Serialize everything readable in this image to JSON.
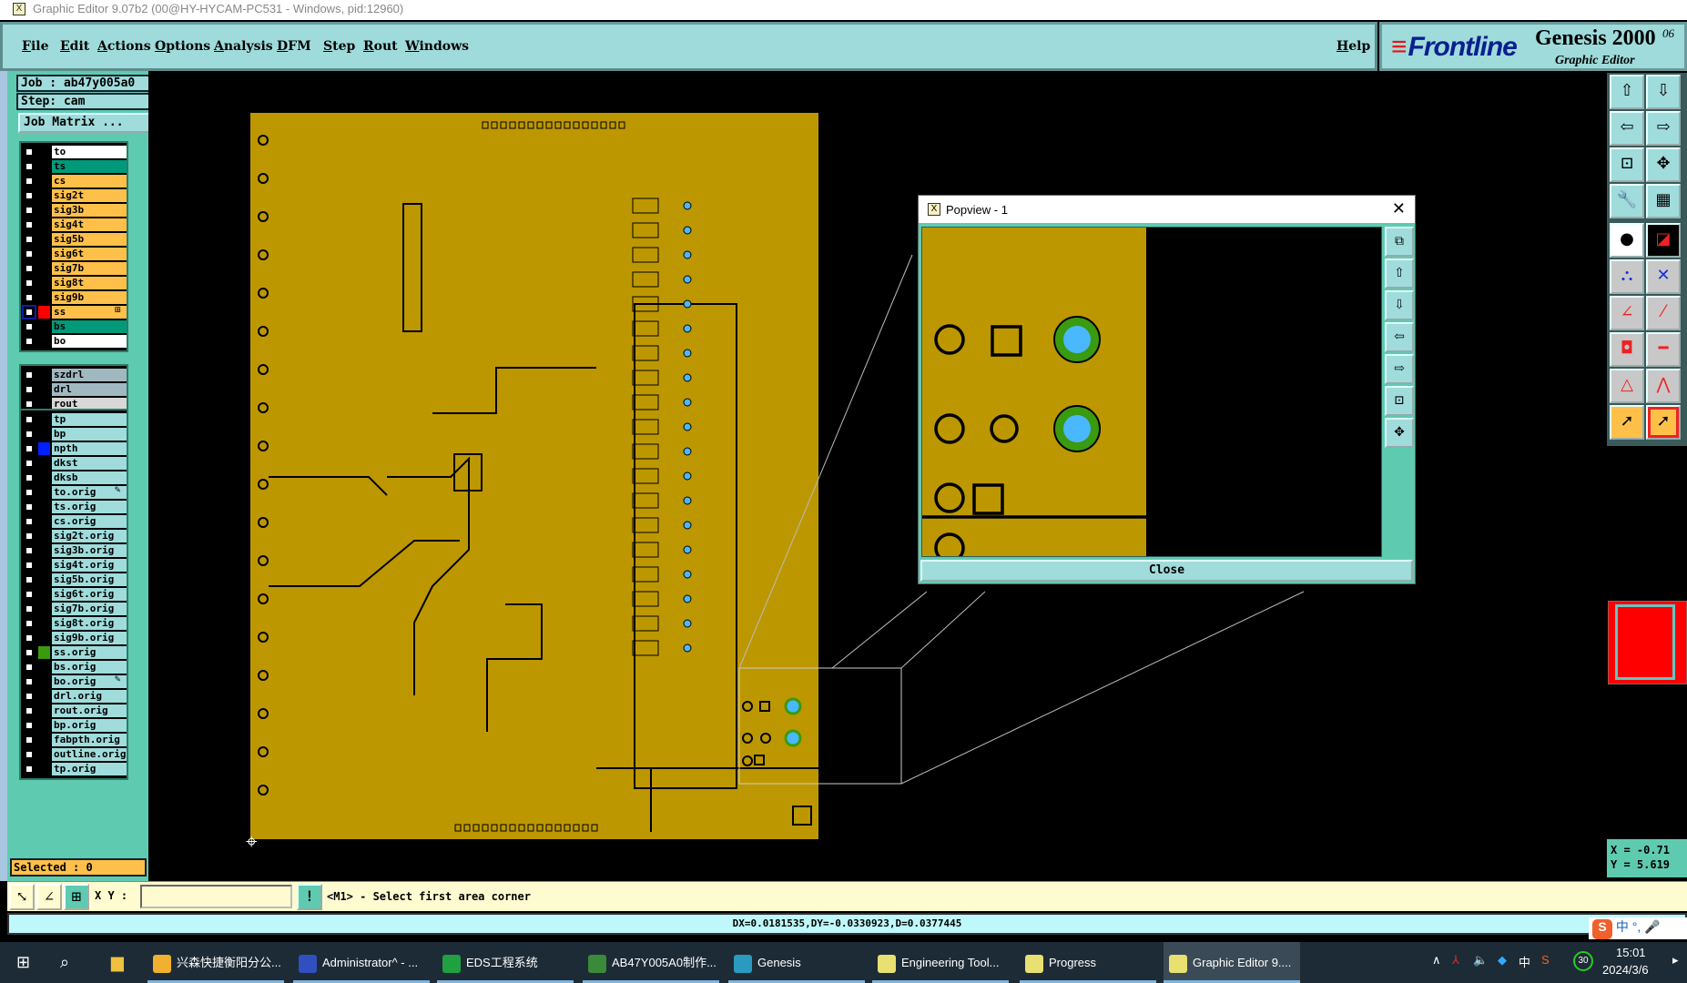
{
  "window": {
    "title": "Graphic Editor 9.07b2 (00@HY-HYCAM-PC531 - Windows, pid:12960)"
  },
  "menu": [
    "File",
    "Edit",
    "Actions",
    "Options",
    "Analysis",
    "DFM",
    "Step",
    "Rout",
    "Windows"
  ],
  "help": "Help",
  "logo": {
    "brand": "Frontline",
    "product": "Genesis 2000",
    "subtitle": "Graphic Editor",
    "version": "06"
  },
  "job": {
    "job": "Job : ab47y005a0",
    "step": "Step: cam",
    "matrix_button": "Job Matrix ..."
  },
  "layer_groups": [
    [
      {
        "name": "to",
        "color": "#ffffff"
      },
      {
        "name": "ts",
        "color": "#009a7a"
      },
      {
        "name": "cs",
        "color": "#ffc04a"
      },
      {
        "name": "sig2t",
        "color": "#ffc04a"
      },
      {
        "name": "sig3b",
        "color": "#ffc04a"
      },
      {
        "name": "sig4t",
        "color": "#ffc04a"
      },
      {
        "name": "sig5b",
        "color": "#ffc04a"
      },
      {
        "name": "sig6t",
        "color": "#ffc04a"
      },
      {
        "name": "sig7b",
        "color": "#ffc04a"
      },
      {
        "name": "sig8t",
        "color": "#ffc04a"
      },
      {
        "name": "sig9b",
        "color": "#ffc04a"
      },
      {
        "name": "ss",
        "color": "#ffc04a",
        "swatch": "#ff0000",
        "selected": true,
        "mark": "⊞"
      },
      {
        "name": "bs",
        "color": "#009a7a"
      },
      {
        "name": "bo",
        "color": "#ffffff"
      }
    ],
    [
      {
        "name": "szdrl",
        "color": "#a0b8c0"
      },
      {
        "name": "drl",
        "color": "#a0b8c0"
      },
      {
        "name": "rout",
        "color": "#d8d8d8"
      }
    ],
    [
      {
        "name": "tp",
        "color": "#a0dcdc"
      },
      {
        "name": "bp",
        "color": "#a0dcdc"
      },
      {
        "name": "npth",
        "color": "#a0dcdc",
        "swatch": "#0020ff"
      },
      {
        "name": "dkst",
        "color": "#a0dcdc"
      },
      {
        "name": "dksb",
        "color": "#a0dcdc"
      },
      {
        "name": "to.orig",
        "color": "#a0dcdc",
        "mark": "✎"
      },
      {
        "name": "ts.orig",
        "color": "#a0dcdc"
      },
      {
        "name": "cs.orig",
        "color": "#a0dcdc"
      },
      {
        "name": "sig2t.orig",
        "color": "#a0dcdc"
      },
      {
        "name": "sig3b.orig",
        "color": "#a0dcdc"
      },
      {
        "name": "sig4t.orig",
        "color": "#a0dcdc"
      },
      {
        "name": "sig5b.orig",
        "color": "#a0dcdc"
      },
      {
        "name": "sig6t.orig",
        "color": "#a0dcdc"
      },
      {
        "name": "sig7b.orig",
        "color": "#a0dcdc"
      },
      {
        "name": "sig8t.orig",
        "color": "#a0dcdc"
      },
      {
        "name": "sig9b.orig",
        "color": "#a0dcdc"
      },
      {
        "name": "ss.orig",
        "color": "#a0dcdc",
        "swatch": "#3a9a10"
      },
      {
        "name": "bs.orig",
        "color": "#a0dcdc"
      },
      {
        "name": "bo.orig",
        "color": "#a0dcdc",
        "mark": "✎"
      },
      {
        "name": "drl.orig",
        "color": "#a0dcdc"
      },
      {
        "name": "rout.orig",
        "color": "#a0dcdc"
      },
      {
        "name": "bp.orig",
        "color": "#a0dcdc"
      },
      {
        "name": "fabpth.orig",
        "color": "#a0dcdc"
      },
      {
        "name": "outline.orig",
        "color": "#a0dcdc"
      },
      {
        "name": "tp.orig",
        "color": "#a0dcdc"
      }
    ]
  ],
  "selected": "Selected : 0",
  "popview": {
    "title": "Popview - 1",
    "close": "Close"
  },
  "coords": {
    "x": "X = -0.71",
    "y": "Y = 5.619"
  },
  "prompt": {
    "xy_label": "X Y :",
    "xy_value": "",
    "message": "<M1> - Select first area corner"
  },
  "status": "DX=0.0181535,DY=-0.0330923,D=0.0377445",
  "ime": "中",
  "taskbar": {
    "items": [
      {
        "label": "兴森快捷衡阳分公...",
        "icon": "#f0b030"
      },
      {
        "label": "Administrator^ - ...",
        "icon": "#3050c0"
      },
      {
        "label": "EDS工程系统",
        "icon": "#20a040"
      },
      {
        "label": "AB47Y005A0制作...",
        "icon": "#3a8a3a"
      },
      {
        "label": "Genesis",
        "icon": "#2a9ac0"
      },
      {
        "label": "Engineering Tool...",
        "icon": "#e8e070"
      },
      {
        "label": "Progress",
        "icon": "#e8e070"
      },
      {
        "label": "Graphic Editor 9....",
        "icon": "#e8e070"
      }
    ],
    "time": "15:01",
    "date": "2024/3/6",
    "tray_lang": "中",
    "tray_badge": "30"
  },
  "colors": {
    "panel": "#5ecbb0",
    "menu": "#9fdbdb",
    "pcb": "#bd9700",
    "pad_fill": "#4ab8ff",
    "pad_ring": "#3a9a10"
  }
}
